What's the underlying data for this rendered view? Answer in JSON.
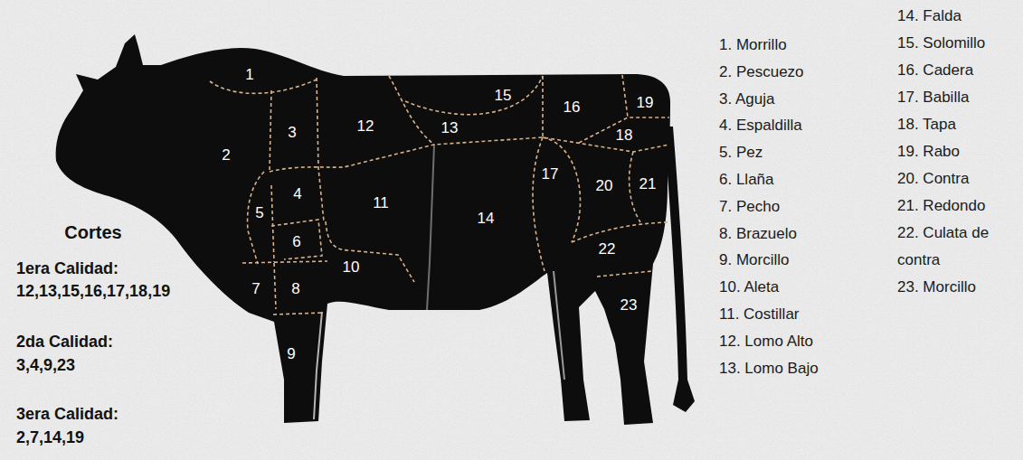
{
  "diagram": {
    "labels": [
      "1",
      "2",
      "3",
      "4",
      "5",
      "6",
      "7",
      "8",
      "9",
      "10",
      "11",
      "12",
      "13",
      "14",
      "15",
      "16",
      "17",
      "18",
      "19",
      "20",
      "21",
      "22",
      "23",
      "1. Morrillo",
      "2. Pescuezo",
      "3. Aguja",
      "4. Espaldilla",
      "5. Pez",
      "6. Llaña",
      "7. Pecho",
      "8. Brazuelo",
      "9. Morcillo",
      "10. Aleta",
      "11. Costillar",
      "12. Lomo Alto",
      "13. Lomo Bajo",
      "14. Falda",
      "15. Solomillo",
      "16. Cadera",
      "17. Babilla",
      "18. Tapa",
      "19. Rabo",
      "20. Contra",
      "21. Redondo",
      "22. Culata de contra",
      "23. Morcillo",
      "Cortes",
      "1era Calidad:",
      "12,13,15,16,17,18,19",
      "2da Calidad:",
      "3,4,9,23",
      "3era Calidad:",
      "2,7,14,19"
    ]
  }
}
